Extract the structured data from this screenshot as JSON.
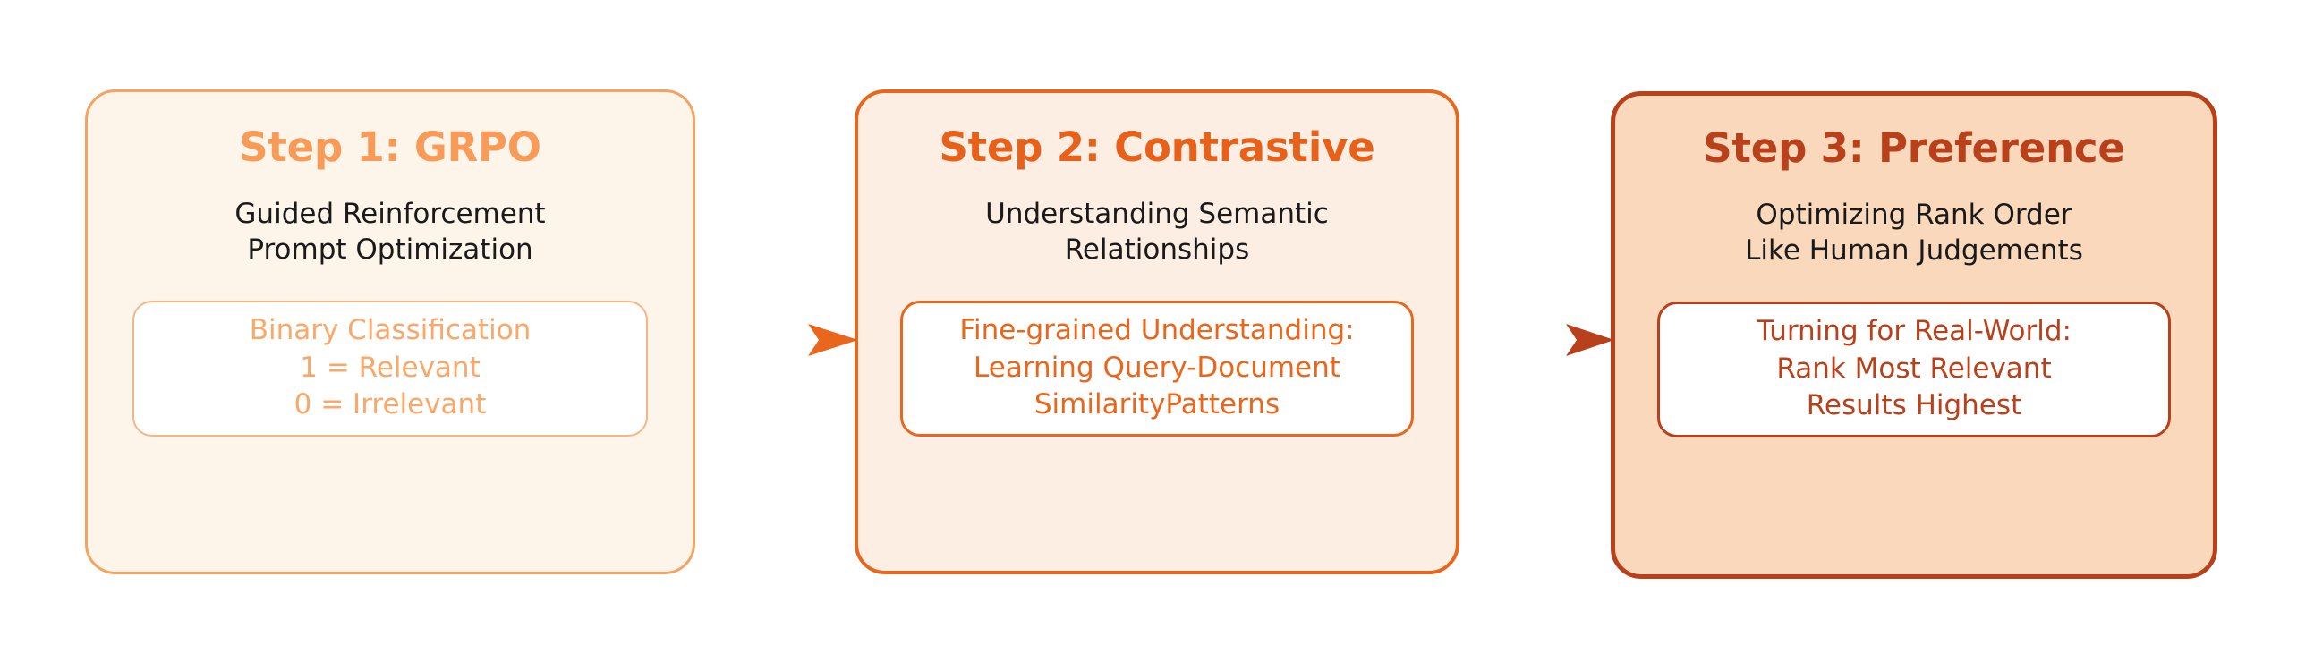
{
  "diagram": {
    "type": "three-step-pipeline-flow",
    "background_color": "#ffffff",
    "steps": [
      {
        "id": "step-1",
        "title": "Step 1: GRPO",
        "subtitle": "Guided Reinforcement\nPrompt Optimization",
        "detail": "Binary Classification\n1 = Relevant\n0 = Irrelevant",
        "card_bg": "#FDF5E9",
        "card_border": "#F5A362",
        "title_color": "#F89B58",
        "detail_color": "#F9A869",
        "detail_bg": "#FFFFFF",
        "detail_border": "#F7B585"
      },
      {
        "id": "step-2",
        "title": "Step 2: Contrastive",
        "subtitle": "Understanding Semantic\nRelationships",
        "detail": "Fine-grained Understanding:\nLearning Query-Document\nSimilarityPatterns",
        "card_bg": "#FCEEE2",
        "card_border": "#E9671C",
        "title_color": "#E8611A",
        "detail_color": "#E9661B",
        "detail_bg": "#FFFFFF",
        "detail_border": "#E9671C"
      },
      {
        "id": "step-3",
        "title": "Step 3: Preference",
        "subtitle": "Optimizing Rank Order\nLike Human Judgements",
        "detail": "Turning for Real-World:\nRank Most Relevant\nResults Highest",
        "card_bg": "#FAD8BB",
        "card_border": "#B8411B",
        "title_color": "#B8411B",
        "detail_color": "#B8411B",
        "detail_bg": "#FFFFFF",
        "detail_border": "#B8411B"
      }
    ],
    "connectors": [
      {
        "id": "arrow-1",
        "from": "step-1",
        "to": "step-2",
        "direction": "right",
        "color_start": "#F7A169",
        "color_end": "#E9671C"
      },
      {
        "id": "arrow-2",
        "from": "step-2",
        "to": "step-3",
        "direction": "right",
        "color_start": "#E9671C",
        "color_end": "#B8411B"
      }
    ]
  }
}
